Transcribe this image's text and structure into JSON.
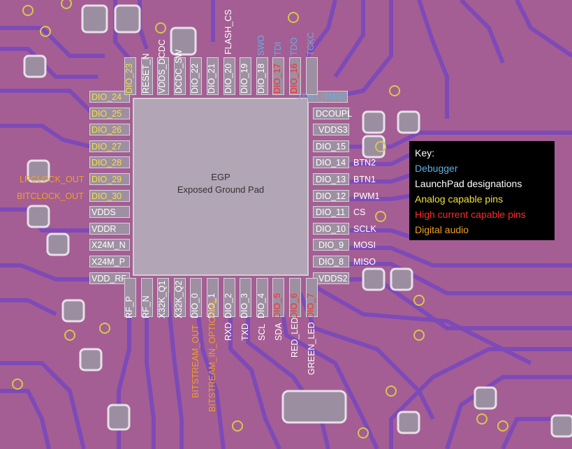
{
  "colors": {
    "board": "#a45e93",
    "trace": "#7d45b5",
    "pad": "#9c8ea1",
    "debugger": "#5fb2e6",
    "launchpad": "#ffffff",
    "analog": "#f2e13a",
    "high_current": "#ff2a2a",
    "digital_audio": "#f0a020"
  },
  "egp": {
    "title": "EGP",
    "subtitle": "Exposed Ground Pad"
  },
  "top_pins": [
    {
      "label": "DIO_23",
      "color": "analog"
    },
    {
      "label": "RESET_N",
      "color": "launchpad"
    },
    {
      "label": "VDDS_DCDC",
      "color": "launchpad"
    },
    {
      "label": "DCDC_SW",
      "color": "launchpad"
    },
    {
      "label": "DIO_22",
      "color": "launchpad"
    },
    {
      "label": "DIO_21",
      "color": "launchpad"
    },
    {
      "label": "DIO_20",
      "color": "launchpad"
    },
    {
      "label": "DIO_19",
      "color": "launchpad"
    },
    {
      "label": "DIO_18",
      "color": "launchpad"
    },
    {
      "label": "DIO_17",
      "color": "high_current"
    },
    {
      "label": "DIO_16",
      "color": "high_current"
    },
    {
      "label": "JTAG_TMSC",
      "color": "debugger"
    }
  ],
  "top_ext": [
    {
      "label": "FLASH_CS",
      "color": "launchpad"
    },
    {
      "label": "SWO",
      "color": "debugger"
    },
    {
      "label": "TDI",
      "color": "debugger"
    },
    {
      "label": "TDO",
      "color": "debugger"
    },
    {
      "label": "TCKC",
      "color": "debugger"
    }
  ],
  "left_pins": [
    {
      "label": "DIO_24",
      "color": "analog"
    },
    {
      "label": "DIO_25",
      "color": "analog"
    },
    {
      "label": "DIO_26",
      "color": "analog"
    },
    {
      "label": "DIO_27",
      "color": "analog"
    },
    {
      "label": "DIO_28",
      "color": "analog"
    },
    {
      "label": "DIO_29",
      "color": "analog"
    },
    {
      "label": "DIO_30",
      "color": "analog"
    },
    {
      "label": "VDDS",
      "color": "launchpad"
    },
    {
      "label": "VDDR",
      "color": "launchpad"
    },
    {
      "label": "X24M_N",
      "color": "launchpad"
    },
    {
      "label": "X24M_P",
      "color": "launchpad"
    },
    {
      "label": "VDD_RF",
      "color": "launchpad"
    }
  ],
  "left_ext": [
    {
      "label": "LRCLOCK_OUT",
      "color": "digital_audio"
    },
    {
      "label": "BITCLOCK_OUT",
      "color": "digital_audio"
    }
  ],
  "right_pins": [
    {
      "label": "JTAG_TMSC",
      "color": "debugger"
    },
    {
      "label": "DCOUPL",
      "color": "launchpad"
    },
    {
      "label": "VDDS3",
      "color": "launchpad"
    },
    {
      "label": "DIO_15",
      "color": "launchpad"
    },
    {
      "label": "DIO_14",
      "color": "launchpad"
    },
    {
      "label": "DIO_13",
      "color": "launchpad"
    },
    {
      "label": "DIO_12",
      "color": "launchpad"
    },
    {
      "label": "DIO_11",
      "color": "launchpad"
    },
    {
      "label": "DIO_10",
      "color": "launchpad"
    },
    {
      "label": "DIO_9",
      "color": "launchpad"
    },
    {
      "label": "DIO_8",
      "color": "launchpad"
    },
    {
      "label": "VDDS2",
      "color": "launchpad"
    }
  ],
  "right_ext": [
    {
      "label": "BTN2",
      "color": "launchpad"
    },
    {
      "label": "BTN1",
      "color": "launchpad"
    },
    {
      "label": "PWM1",
      "color": "launchpad"
    },
    {
      "label": "CS",
      "color": "launchpad"
    },
    {
      "label": "SCLK",
      "color": "launchpad"
    },
    {
      "label": "MOSI",
      "color": "launchpad"
    },
    {
      "label": "MISO",
      "color": "launchpad"
    }
  ],
  "bottom_pins": [
    {
      "label": "RF_P",
      "color": "launchpad"
    },
    {
      "label": "RF_N",
      "color": "launchpad"
    },
    {
      "label": "X32K_Q1",
      "color": "launchpad"
    },
    {
      "label": "X32K_Q2",
      "color": "launchpad"
    },
    {
      "label": "DIO_0",
      "color": "launchpad"
    },
    {
      "label": "DIO_1",
      "color": "launchpad"
    },
    {
      "label": "DIO_2",
      "color": "launchpad"
    },
    {
      "label": "DIO_3",
      "color": "launchpad"
    },
    {
      "label": "DIO_4",
      "color": "launchpad"
    },
    {
      "label": "DIO_5",
      "color": "high_current"
    },
    {
      "label": "DIO_6",
      "color": "high_current"
    },
    {
      "label": "DIO_7",
      "color": "high_current"
    }
  ],
  "bottom_ext": [
    {
      "label": "BITSTREAM_OUT",
      "color": "digital_audio"
    },
    {
      "label": "BITSTREAM_IN_OPTIONAL",
      "color": "digital_audio"
    },
    {
      "label": "RXD",
      "color": "launchpad"
    },
    {
      "label": "TXD",
      "color": "launchpad"
    },
    {
      "label": "SCL",
      "color": "launchpad"
    },
    {
      "label": "SDA",
      "color": "launchpad"
    },
    {
      "label": "RED_LED",
      "color": "launchpad"
    },
    {
      "label": "GREEN_LED",
      "color": "launchpad"
    }
  ],
  "key": {
    "title": "Key:",
    "items": [
      {
        "label": "Debugger",
        "color": "debugger"
      },
      {
        "label": "LaunchPad designations",
        "color": "launchpad"
      },
      {
        "label": "Analog capable pins",
        "color": "analog"
      },
      {
        "label": "High current capable pins",
        "color": "high_current"
      },
      {
        "label": "Digital audio",
        "color": "digital_audio"
      }
    ]
  }
}
